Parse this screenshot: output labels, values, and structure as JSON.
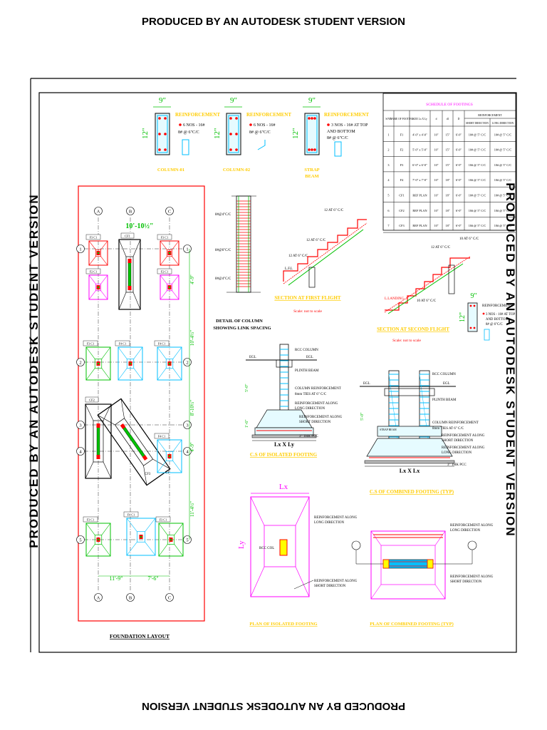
{
  "watermark": "PRODUCED BY AN AUTODESK STUDENT VERSION",
  "colors": {
    "red": "#ff0000",
    "green": "#00c000",
    "magenta": "#ff00ff",
    "cyan": "#00bfff",
    "yellow": "#ffff00",
    "title": "#ffcc00"
  },
  "columns": [
    {
      "dim_w": "9\"",
      "dim_h": "12\"",
      "reinf_title": "REINFORCEMENT",
      "bars": "6 NOS - 16#",
      "ties": "8# @ 6\"C/C",
      "caption": "COLUMN-01"
    },
    {
      "dim_w": "9\"",
      "dim_h": "12\"",
      "reinf_title": "REINFORCEMENT",
      "bars": "6 NOS - 16#",
      "ties": "8# @ 6\"C/C",
      "caption": "COLUMN-02"
    },
    {
      "dim_w": "9\"",
      "dim_h": "12\"",
      "reinf_title": "REINFORCEMENT",
      "bars": "3 NOS - 16# AT TOP",
      "bars2": "AND BOTTOM",
      "ties": "8# @ 6\"C/C",
      "caption": "STRAP",
      "caption2": "BEAM"
    }
  ],
  "schedule": {
    "title": "SCHEDULE OF FOOTINGS",
    "head": [
      "S/NO",
      "NAME OF FOOTING",
      "SIZE Lx X Ly",
      "d",
      "d1",
      "D"
    ],
    "reinf_head": "REINFORCEMENT",
    "reinf_sub": [
      "SHORT DIRECTION",
      "LONG DIRECTION"
    ],
    "rows": [
      [
        "1",
        "F1",
        "4'-0\" x 4'-0\"",
        "10\"",
        "15\"",
        "6'-0\"",
        "10# @ 5\" C/C",
        "10# @ 5\" C/C"
      ],
      [
        "2",
        "F2",
        "5'-0\" x 5'-0\"",
        "10\"",
        "15\"",
        "6'-0\"",
        "10# @ 5\" C/C",
        "10# @ 5\" C/C"
      ],
      [
        "3",
        "F3",
        "6'-0\" x 6'-0\"",
        "10\"",
        "15\"",
        "6'-0\"",
        "10# @ 5\" C/C",
        "10# @ 5\" C/C"
      ],
      [
        "4",
        "F4",
        "7'-0\" x 7'-0\"",
        "10\"",
        "18\"",
        "6'-0\"",
        "10# @ 5\" C/C",
        "10# @ 5\" C/C"
      ],
      [
        "5",
        "CF1",
        "REF PLAN",
        "10\"",
        "18\"",
        "6'-0\"",
        "10# @ 5\" C/C",
        "10# @ 5\" C/C"
      ],
      [
        "6",
        "CF2",
        "REF PLAN",
        "10\"",
        "18\"",
        "6'-0\"",
        "10# @ 5\" C/C",
        "10# @ 5\" C/C"
      ],
      [
        "7",
        "CF3",
        "REF PLAN",
        "10\"",
        "18\"",
        "6'-0\"",
        "10# @ 5\" C/C",
        "10# @ 5\" C/C"
      ]
    ]
  },
  "layout": {
    "caption": "FOUNDATION LAYOUT",
    "grid_cols": [
      "A",
      "B",
      "C"
    ],
    "grid_rows": [
      "1",
      "2",
      "3",
      "4",
      "5"
    ],
    "dim_top": "10'-10½\"",
    "dim_right": [
      "4'-9\"",
      "10'-4½\"",
      "8'-10½\"",
      "4'-9\"",
      "11'-4½\""
    ],
    "dim_bottom": [
      "11'-9\"",
      "7'-6\""
    ],
    "tags": [
      "F3 C1",
      "CF1",
      "F3 C1",
      "F2 C1",
      "F2 C1",
      "F3 C1",
      "F4 C1",
      "F4 C1",
      "CF2",
      "CF3",
      "F4 C1",
      "F3 C1",
      "F4 C1",
      "F3 C1",
      "C1"
    ]
  },
  "detail_column": {
    "caption": "DETAIL OF COLUMN",
    "caption2": "SHOWING LINK SPACING",
    "labels": [
      "8#@4\"C/C",
      "8#@6\"C/C",
      "8#@4\"C/C"
    ]
  },
  "stairs": {
    "first": {
      "caption": "SECTION AT FIRST FLIGHT",
      "scale": "Scale: not to scale",
      "labels": [
        "12 AT 6\" C/C",
        "12 AT 6\" C/C",
        "12 AT 6\" C/C",
        "L.F.L"
      ]
    },
    "second": {
      "caption": "SECTION AT SECOND FLIGHT",
      "scale": "Scale: not to scale",
      "labels": [
        "12 AT 6\" C/C",
        "10 AT 6\" C/C",
        "10 AT 6\" C/C",
        "L.LANDING"
      ]
    }
  },
  "strap_beam_small": {
    "dim_w": "9\"",
    "dim_h": "12\"",
    "reinf_title": "REINFORCEMENT",
    "bars": "3 NOS - 16# AT TOP",
    "bars2": "AND BOTTOM",
    "ties": "8# @ 6\"C/C"
  },
  "isolated_section": {
    "caption": "C.S OF ISOLATED FOOTING",
    "labels": [
      "RCC COLUMN",
      "EGL",
      "EGL",
      "PLINTH BEAM",
      "COLUMN REINFORCEMENT",
      "8mm TIES AT 6\" C/C",
      "REINFORCEMENT ALONG",
      "LONG DIRECTION",
      "REINFORCEMENT ALONG",
      "SHORT DIRECTION",
      "3\" THK PCC"
    ],
    "dims": [
      "5'-0\"",
      "1'-6\"",
      "Lx X Ly"
    ]
  },
  "combined_section": {
    "caption": "C.S OF COMBINED FOOTING (TYP)",
    "labels": [
      "RCC COLUMN",
      "EGL",
      "EGL",
      "PLINTH BEAM",
      "STRAP BEAM",
      "COLUMN REINFORCEMENT",
      "8mm TIES AT 6\" C/C",
      "REINFORCEMENT ALONG",
      "SHORT DIRECTION",
      "REINFORCEMENT ALONG",
      "LONG DIRECTION",
      "3\" THK PCC"
    ],
    "dims": [
      "5'-0\"",
      "Lx X Lx"
    ]
  },
  "isolated_plan": {
    "caption": "PLAN OF ISOLATED FOOTING",
    "dim_x": "Lx",
    "dim_y": "Ly",
    "labels": [
      "RCC COL",
      "REINFORCEMENT ALONG",
      "LONG DIRECTION",
      "REINFORCEMENT ALONG",
      "SHORT DIRECTION"
    ]
  },
  "combined_plan": {
    "caption": "PLAN OF COMBINED FOOTING (TYP)",
    "labels": [
      "REINFORCEMENT ALONG",
      "LONG DIRECTION",
      "REINFORCEMENT ALONG",
      "SHORT DIRECTION"
    ]
  }
}
